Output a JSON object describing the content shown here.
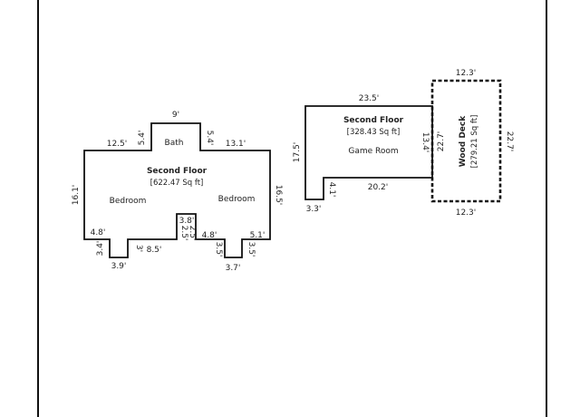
{
  "plan_left": {
    "title": "Second Floor",
    "area": "[622.47 Sq ft]",
    "rooms": [
      "Bath",
      "Bedroom",
      "Bedroom"
    ],
    "dims": [
      "9'",
      "12.5'",
      "5.4'",
      "5.4'",
      "13.1'",
      "16.1'",
      "16.5'",
      "3.8'",
      "2.5'",
      "2.5'",
      "4.8'",
      "4.8'",
      "5.1'",
      "3.4'",
      "3'",
      "8.5'",
      "3.9'",
      "3.5'",
      "3.5'",
      "3.7'"
    ]
  },
  "plan_right": {
    "title": "Second Floor",
    "area": "[328.43 Sq ft]",
    "room": "Game Room",
    "dims": [
      "23.5'",
      "17.5'",
      "13.4'",
      "4.1'",
      "20.2'",
      "3.3'"
    ]
  },
  "deck": {
    "title": "Wood Deck",
    "area": "[279.21 Sq ft]",
    "dims": [
      "12.3'",
      "12.3'",
      "22.7'",
      "22.7'"
    ]
  }
}
